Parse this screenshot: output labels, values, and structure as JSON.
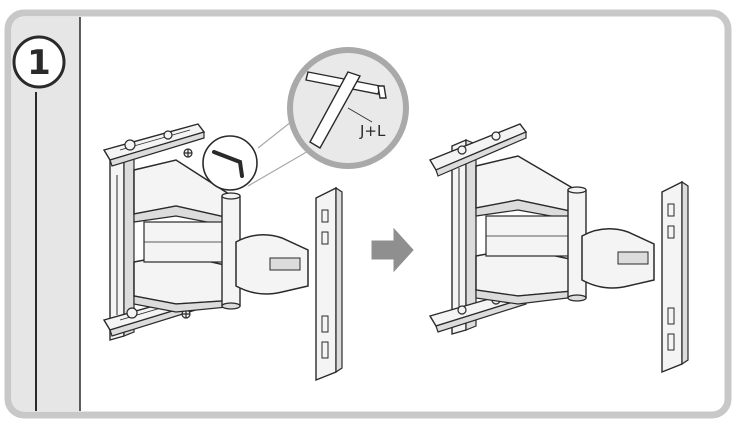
{
  "step": {
    "number": "1"
  },
  "callout": {
    "tool_label": "J+L"
  },
  "colors": {
    "frame_border": "#c8c8c8",
    "frame_fill": "#ffffff",
    "sidebar_fill": "#e6e6e6",
    "line": "#2a2a2a",
    "part_fill": "#f4f4f4",
    "part_shade": "#dcdcdc",
    "magnifier_fill": "#e9e9e9",
    "magnifier_ring": "#a9a9a9",
    "arrow_fill": "#8f8f8f"
  },
  "icons": {
    "step_badge": "circled-number",
    "tool": "hex-key-allen-wrench",
    "transition": "right-arrow"
  }
}
